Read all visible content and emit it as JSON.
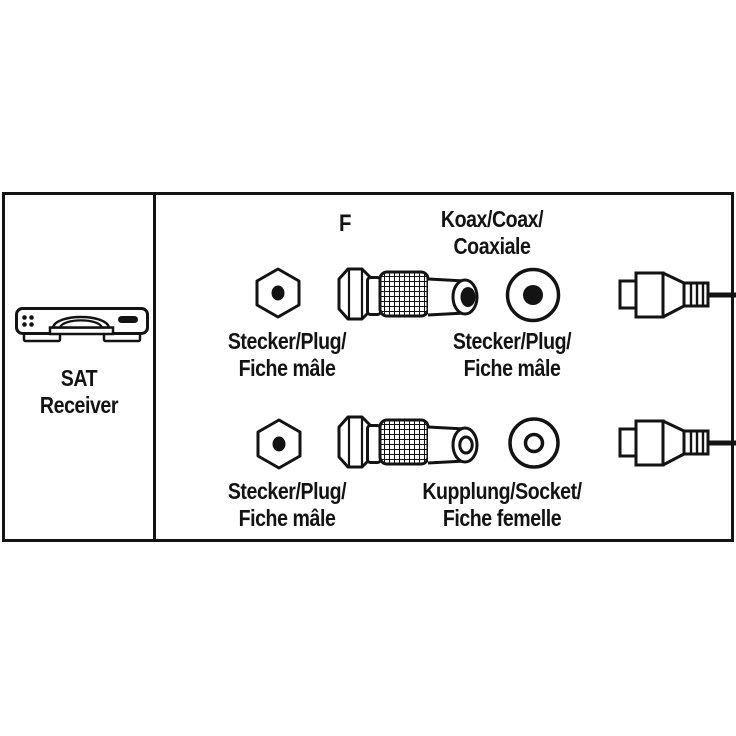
{
  "panel": {
    "device_line1": "SAT",
    "device_line2": "Receiver"
  },
  "row1": {
    "f_label": "F",
    "koax_label_line1": "Koax/Coax/",
    "koax_label_line2": "Coaxiale",
    "f_plug_caption_line1": "Stecker/Plug/",
    "f_plug_caption_line2": "Fiche mâle",
    "koax_plug_caption_line1": "Stecker/Plug/",
    "koax_plug_caption_line2": "Fiche mâle"
  },
  "row2": {
    "f_plug_caption_line1": "Stecker/Plug/",
    "f_plug_caption_line2": "Fiche mâle",
    "koax_socket_caption_line1": "Kupplung/Socket/",
    "koax_socket_caption_line2": "Fiche femelle"
  },
  "icons": {
    "sat_receiver": "sat-receiver-box",
    "f_plug_end": "hexagon-with-center-pin",
    "adapter_row1": "f-male-to-coax-male-adapter",
    "adapter_row2": "f-male-to-coax-female-adapter",
    "coax_male_end": "circle-with-filled-dot",
    "coax_female_end": "circle-with-ring",
    "cable_plug": "coax-cable-plug-side-view"
  },
  "colors": {
    "line": "#131313",
    "background": "#ffffff"
  }
}
